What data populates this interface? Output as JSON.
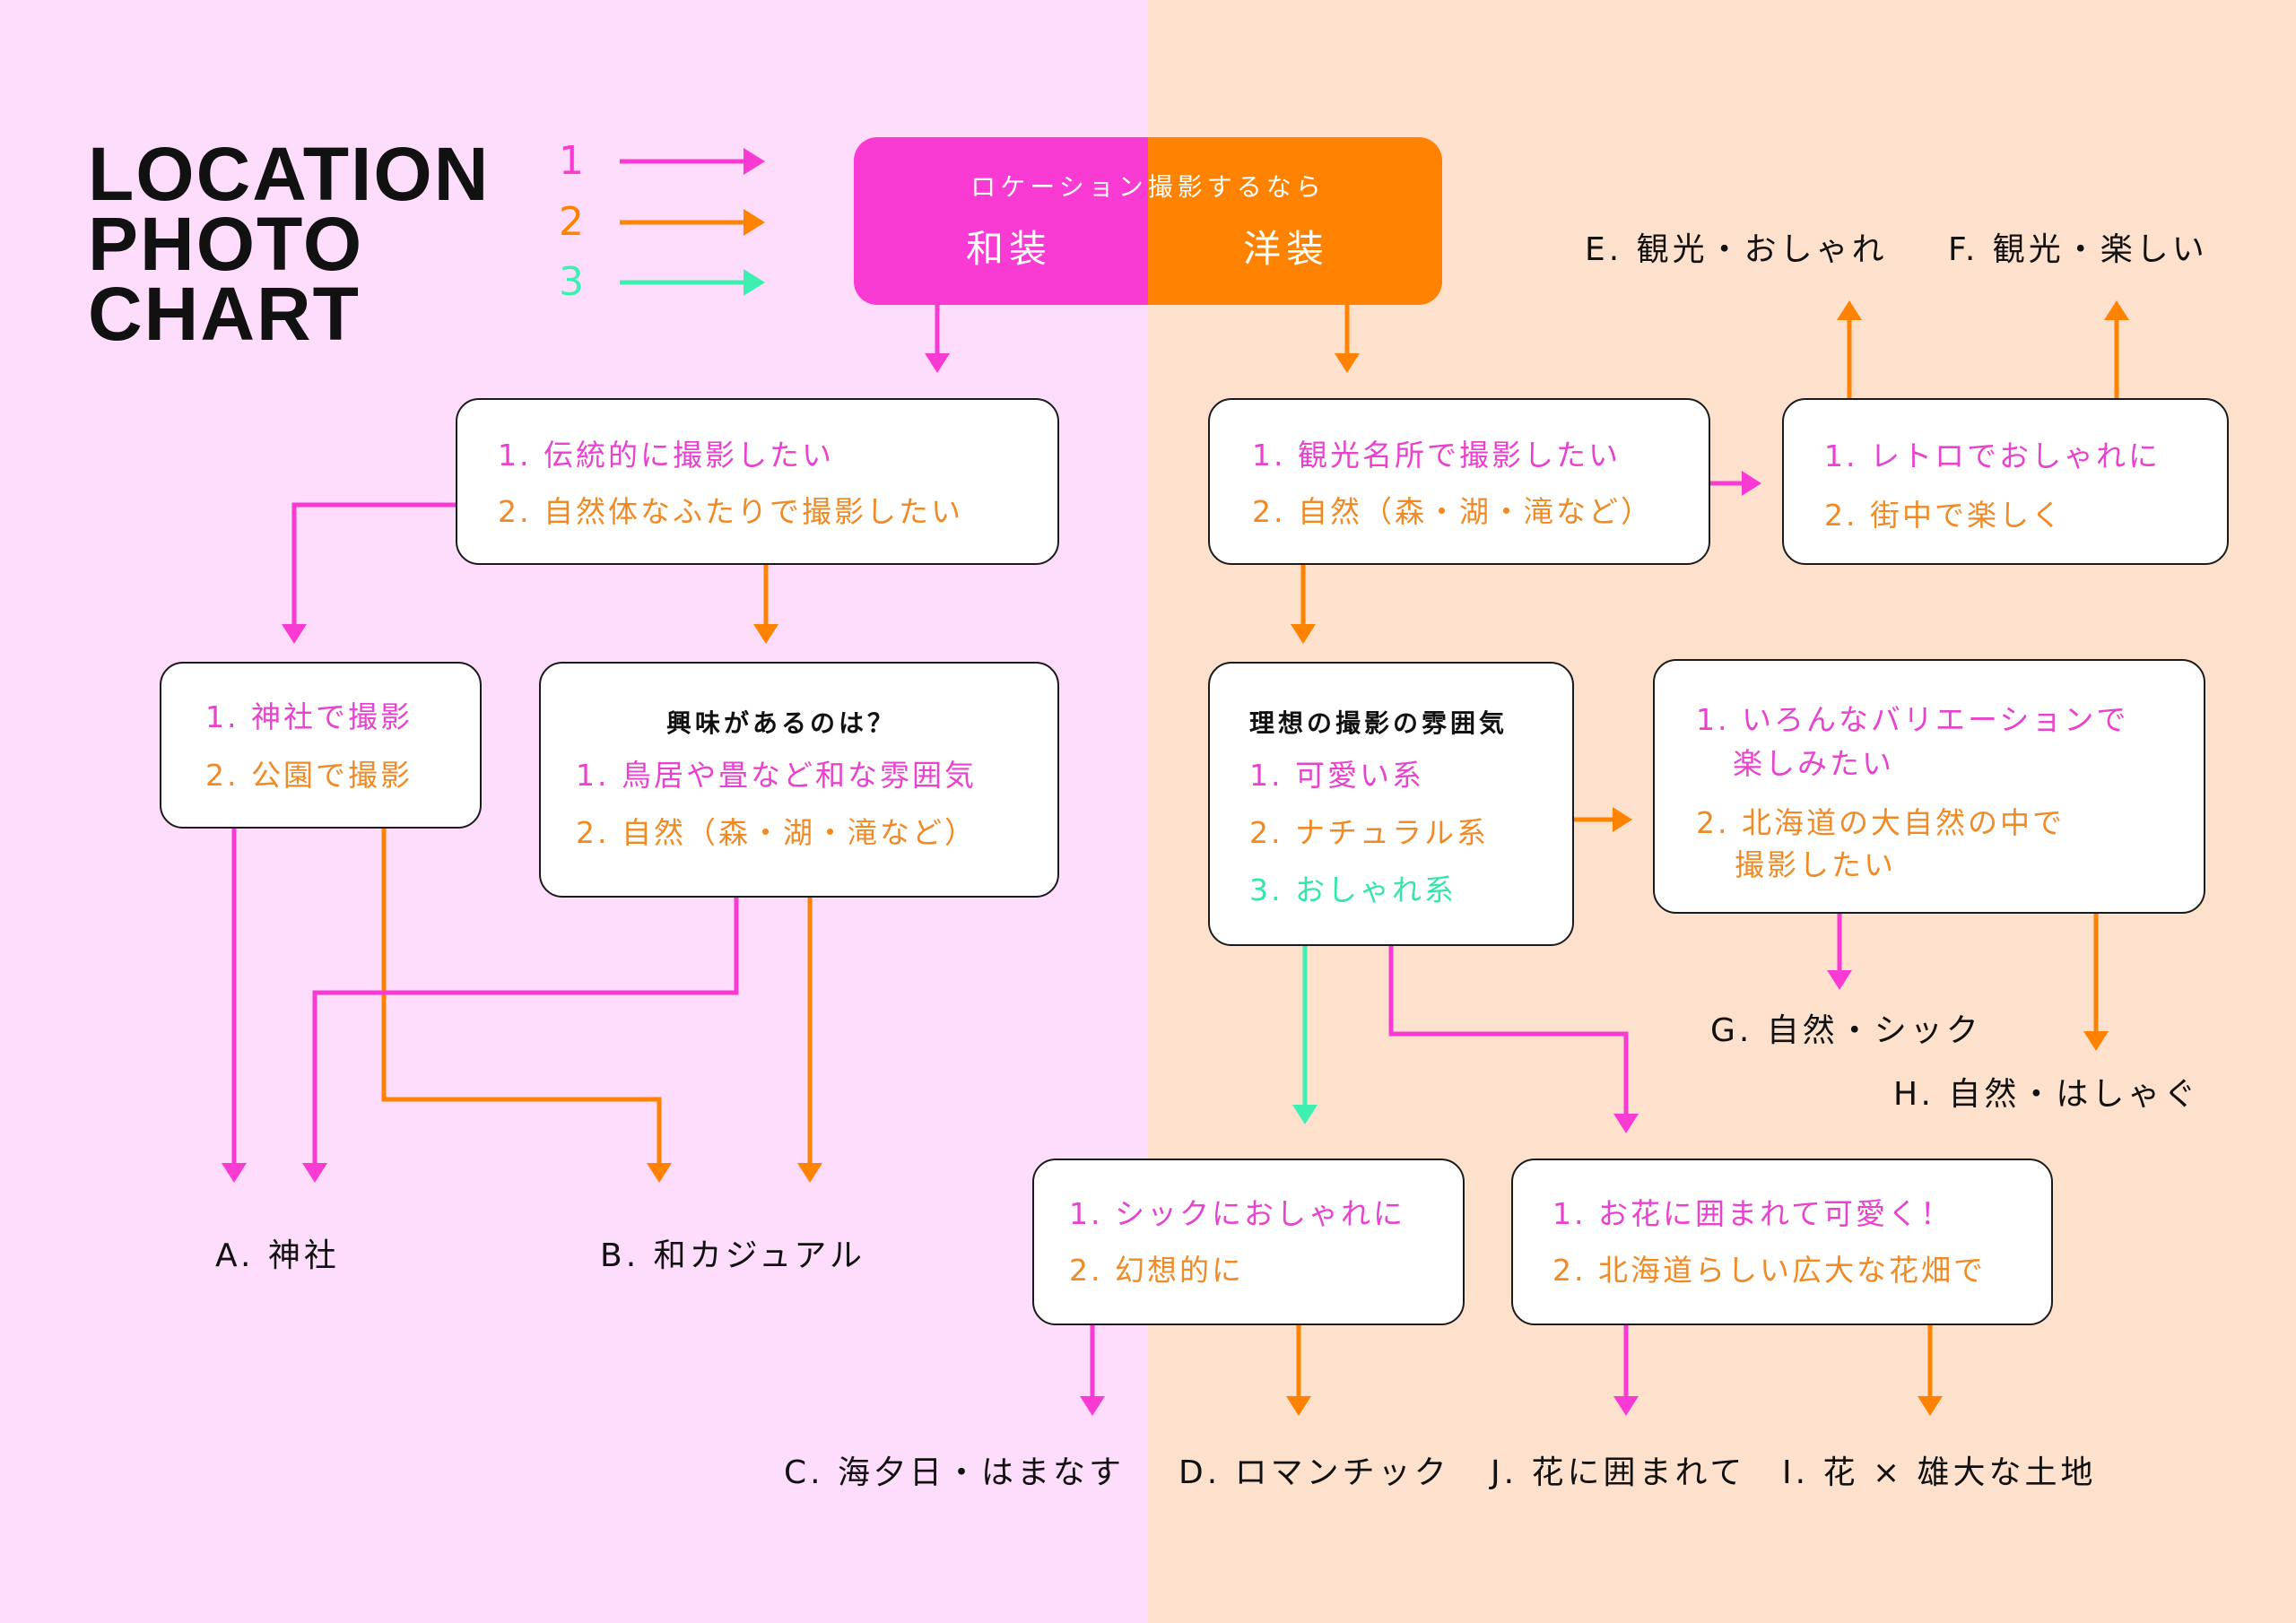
{
  "colors": {
    "background_left": "#FEDCFB",
    "background_right": "#FDE1CD",
    "magenta": "#F93AD3",
    "orange": "#FF8200",
    "mint": "#3DF0B2",
    "magenta_text": "#E843CF",
    "orange_text": "#F08A25",
    "mint_text": "#34E6A7",
    "ink": "#111111",
    "box_fill": "#FFFFFF"
  },
  "title": {
    "lines": [
      "LOCATION",
      "PHOTO",
      "CHART"
    ]
  },
  "legend": {
    "items": [
      {
        "label": "1"
      },
      {
        "label": "2"
      },
      {
        "label": "3"
      }
    ]
  },
  "start": {
    "caption": "ロケーション撮影するなら",
    "wasou": "和装",
    "yousou": "洋装"
  },
  "wasou": {
    "q_style": {
      "option1": "1. 伝統的に撮影したい",
      "option2": "2. 自然体なふたりで撮影したい"
    },
    "q_place": {
      "option1": "1. 神社で撮影",
      "option2": "2. 公園で撮影"
    },
    "q_interest": {
      "heading": "興味があるのは？",
      "option1": "1. 鳥居や畳など和な雰囲気",
      "option2": "2. 自然（森・湖・滝など）"
    },
    "results": {
      "a": "A. 神社",
      "b": "B. 和カジュアル"
    }
  },
  "yousou": {
    "q_place": {
      "option1": "1. 観光名所で撮影したい",
      "option2": "2. 自然（森・湖・滝など）"
    },
    "q_sightseeing": {
      "option1": "1. レトロでおしゃれに",
      "option2": "2. 街中で楽しく"
    },
    "q_mood": {
      "heading": "理想の撮影の雰囲気",
      "option1": "1. 可愛い系",
      "option2": "2. ナチュラル系",
      "option3": "3. おしゃれ系"
    },
    "q_variation": {
      "option1_line1": "1. いろんなバリエーションで",
      "option1_line2": "楽しみたい",
      "option2_line1": "2. 北海道の大自然の中で",
      "option2_line2": "撮影したい"
    },
    "q_chic": {
      "option1": "1. シックにおしゃれに",
      "option2": "2. 幻想的に"
    },
    "q_cute": {
      "option1": "1. お花に囲まれて可愛く！",
      "option2": "2. 北海道らしい広大な花畑で"
    },
    "results": {
      "c": "C. 海夕日・はまなす",
      "d": "D. ロマンチック",
      "e": "E. 観光・おしゃれ",
      "f": "F. 観光・楽しい",
      "g": "G. 自然・シック",
      "h": "H. 自然・はしゃぐ",
      "i": "I. 花 × 雄大な土地",
      "j": "J. 花に囲まれて"
    }
  }
}
